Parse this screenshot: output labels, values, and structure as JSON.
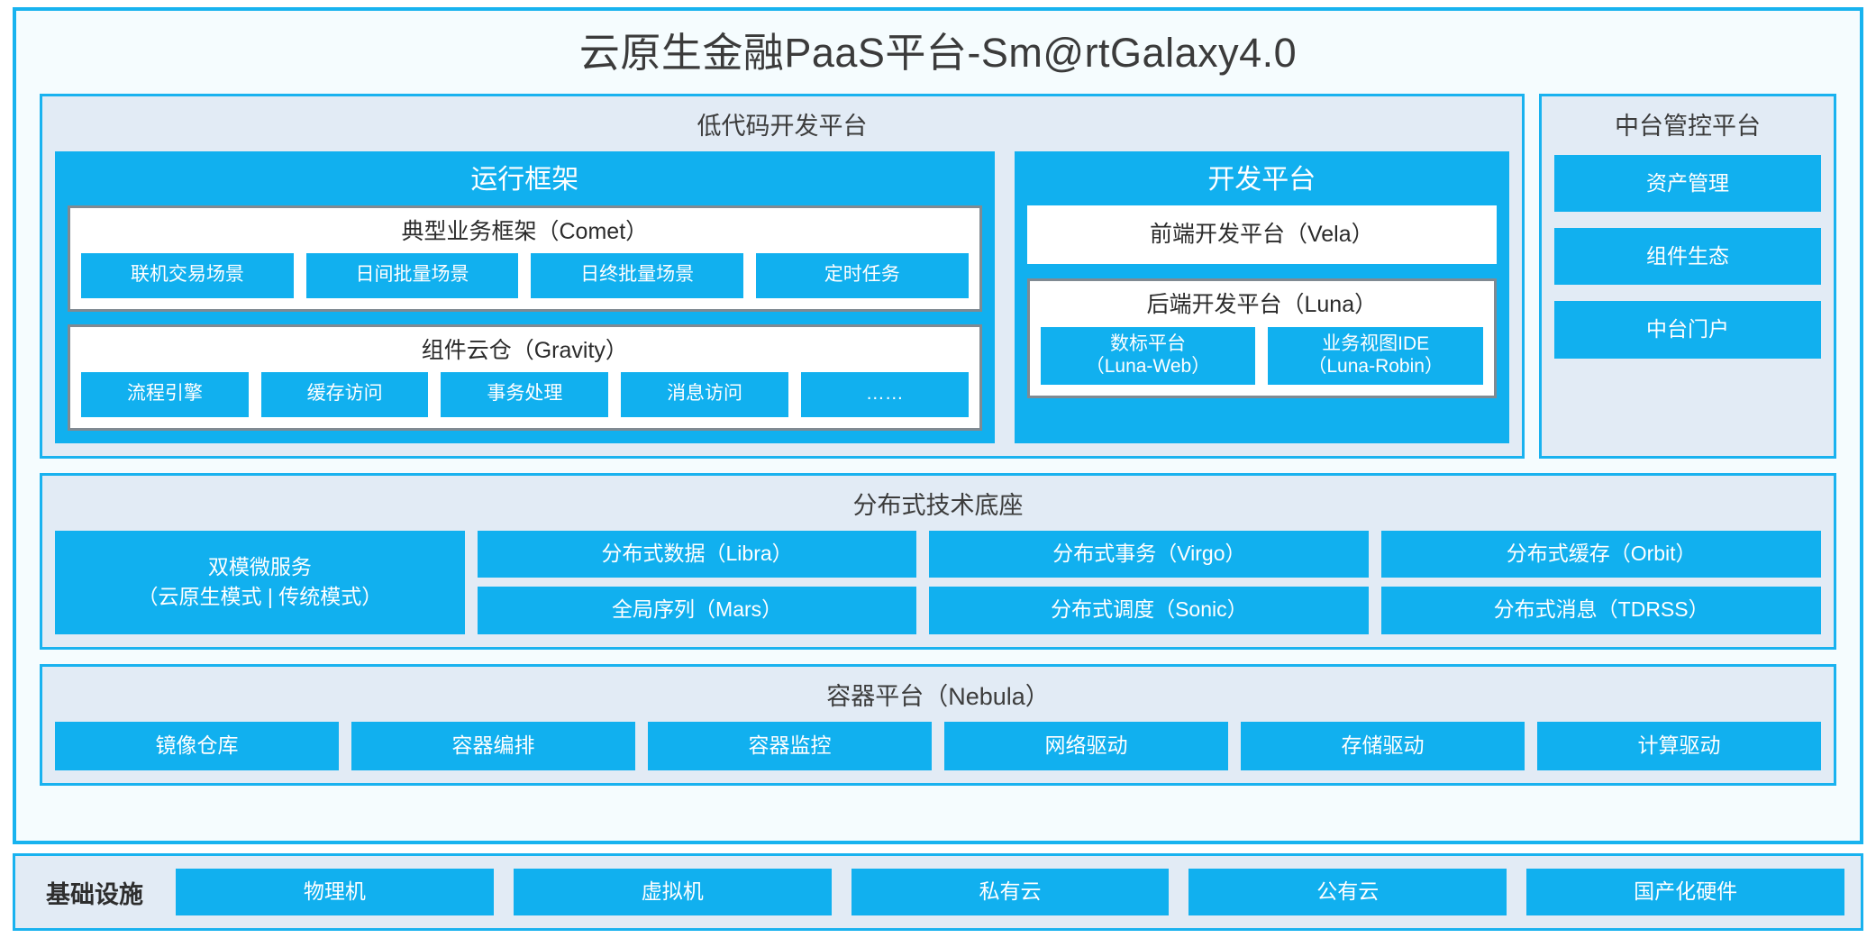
{
  "title": "云原生金融PaaS平台-Sm@rtGalaxy4.0",
  "colors": {
    "accent": "#11b0ef",
    "border": "#19b2ef",
    "panel_bg": "#e2ebf5",
    "frame_bg": "#f5fcfe",
    "card_border": "#808a92",
    "text_dark": "#2e2e2e",
    "text_light": "#ffffff"
  },
  "lowcode": {
    "title": "低代码开发平台",
    "runtime": {
      "title": "运行框架",
      "comet": {
        "title": "典型业务框架（Comet）",
        "items": [
          "联机交易场景",
          "日间批量场景",
          "日终批量场景",
          "定时任务"
        ]
      },
      "gravity": {
        "title": "组件云仓（Gravity）",
        "items": [
          "流程引擎",
          "缓存访问",
          "事务处理",
          "消息访问",
          "……"
        ]
      }
    },
    "devplatform": {
      "title": "开发平台",
      "frontend": "前端开发平台（Vela）",
      "backend": {
        "title": "后端开发平台（Luna）",
        "items": [
          {
            "line1": "数标平台",
            "line2": "（Luna-Web）"
          },
          {
            "line1": "业务视图IDE",
            "line2": "（Luna-Robin）"
          }
        ]
      }
    }
  },
  "console": {
    "title": "中台管控平台",
    "items": [
      "资产管理",
      "组件生态",
      "中台门户"
    ]
  },
  "distributed": {
    "title": "分布式技术底座",
    "microservice": {
      "line1": "双模微服务",
      "line2": "（云原生模式 | 传统模式）"
    },
    "columns": [
      [
        "分布式数据（Libra）",
        "全局序列（Mars）"
      ],
      [
        "分布式事务（Virgo）",
        "分布式调度（Sonic）"
      ],
      [
        "分布式缓存（Orbit）",
        "分布式消息（TDRSS）"
      ]
    ]
  },
  "container": {
    "title": "容器平台（Nebula）",
    "items": [
      "镜像仓库",
      "容器编排",
      "容器监控",
      "网络驱动",
      "存储驱动",
      "计算驱动"
    ]
  },
  "infrastructure": {
    "label": "基础设施",
    "items": [
      "物理机",
      "虚拟机",
      "私有云",
      "公有云",
      "国产化硬件"
    ]
  }
}
